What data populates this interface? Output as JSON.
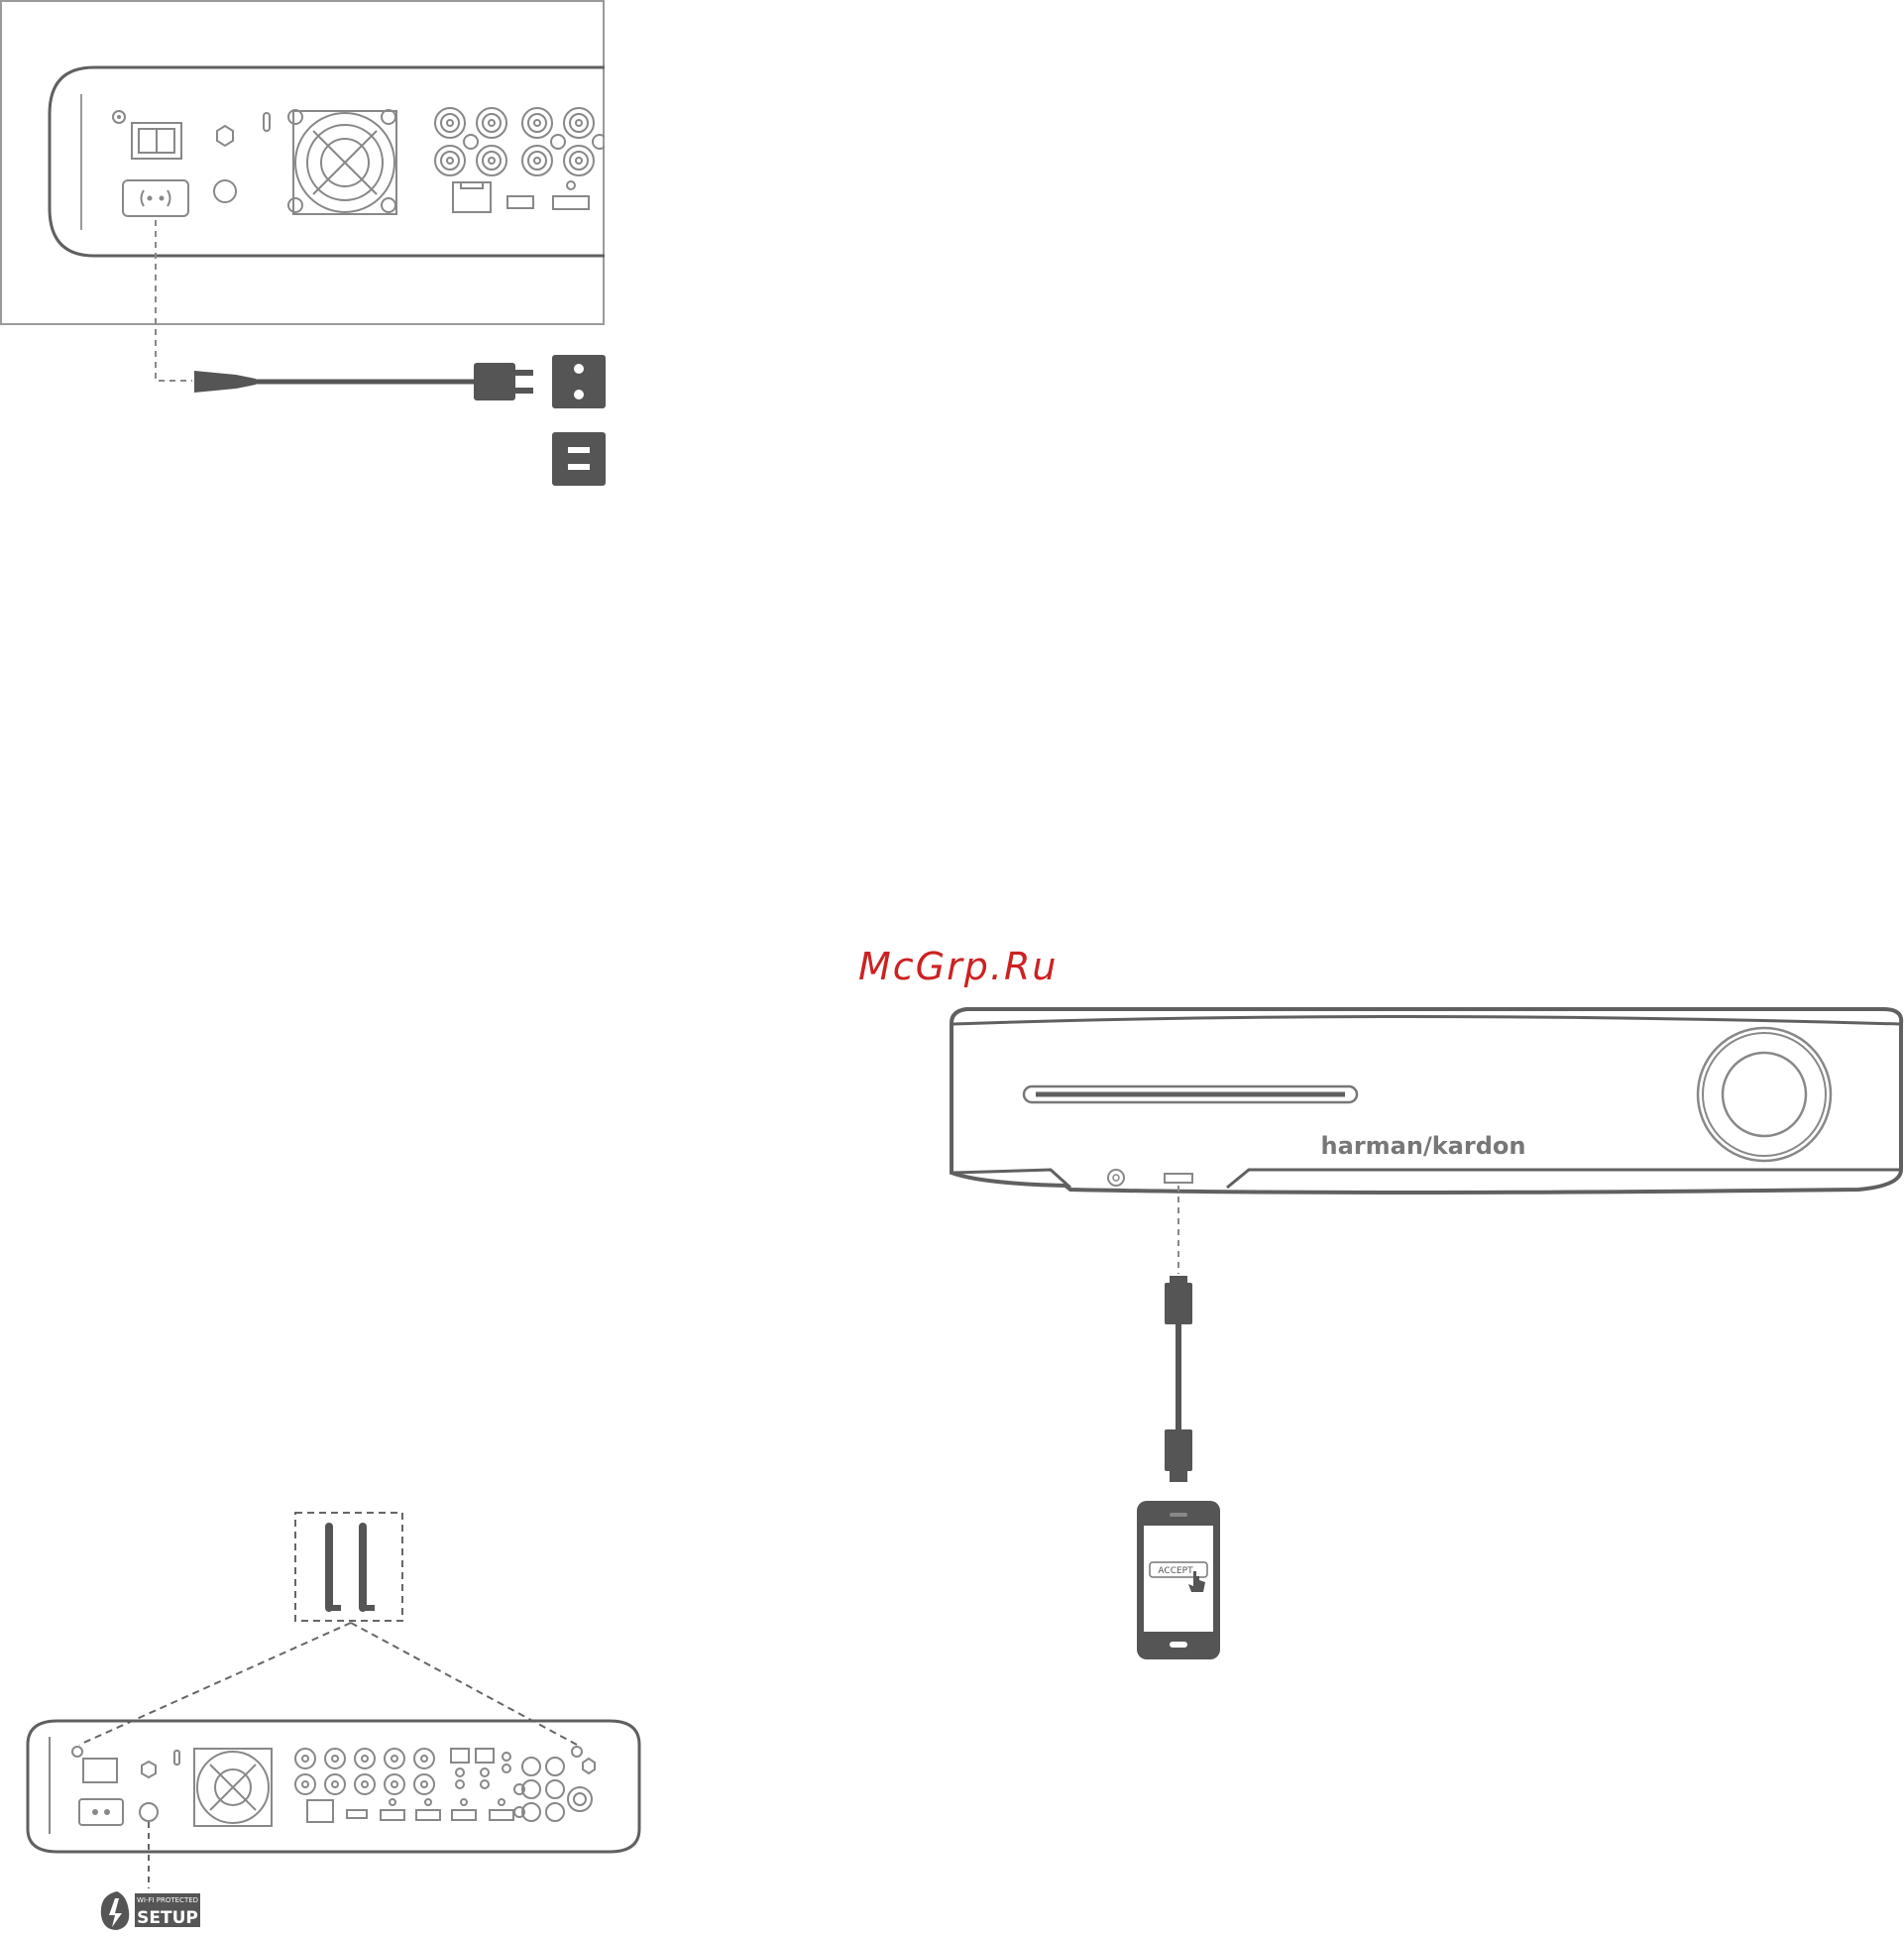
{
  "watermark": {
    "text": "McGrp.Ru",
    "color": "#cc2222"
  },
  "front_panel": {
    "brand": "harman/kardon"
  },
  "phone": {
    "button_label": "ACCEPT"
  },
  "wps_logo": {
    "line1": "WI-FI PROTECTED",
    "line2": "SETUP"
  },
  "colors": {
    "line": "#606060",
    "dark": "#555555",
    "light": "#9a9a9a"
  },
  "icons": [
    "ac-power-plug-icon",
    "wall-outlet-icon",
    "usb-cable-icon",
    "smartphone-icon",
    "antenna-icon",
    "wps-logo-icon"
  ]
}
